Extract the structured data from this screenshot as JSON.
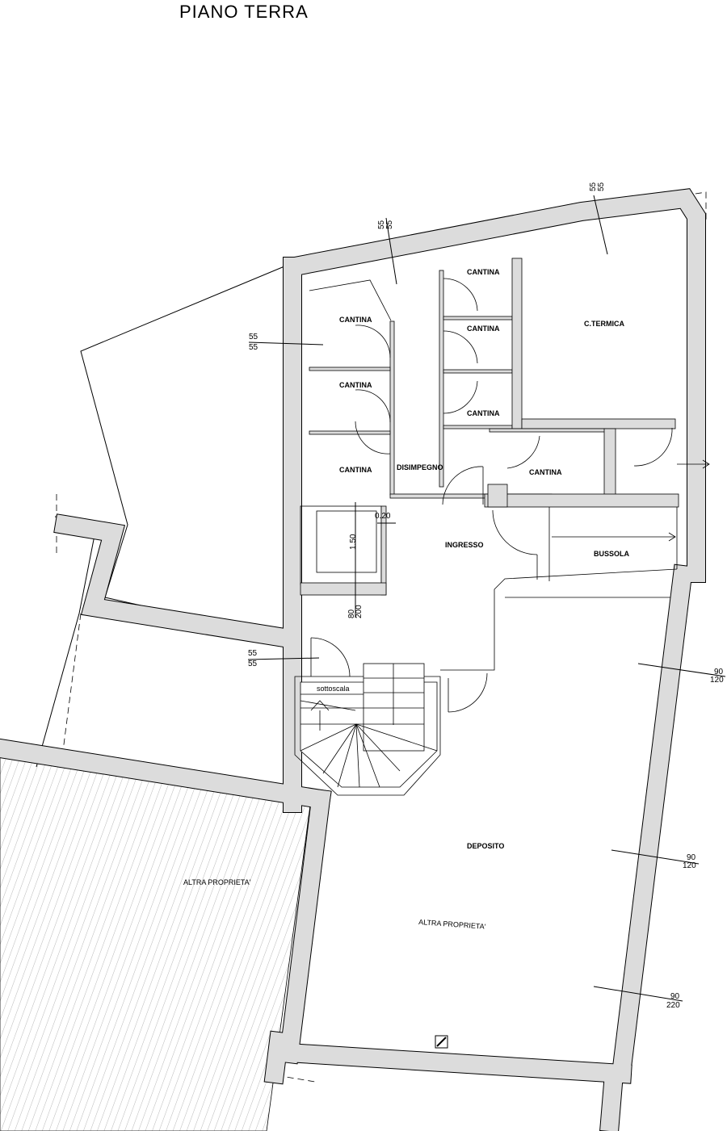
{
  "title": "PIANO TERRA",
  "rooms": {
    "cantina_1": "CANTINA",
    "cantina_2": "CANTINA",
    "cantina_3": "CANTINA",
    "cantina_4": "CANTINA",
    "cantina_5": "CANTINA",
    "cantina_6": "CANTINA",
    "cantina_7": "CANTINA",
    "c_termica": "C.TERMICA",
    "disimpegno": "DISIMPEGNO",
    "ingresso": "INGRESSO",
    "bussola": "BUSSOLA",
    "sottoscala": "sottoscala",
    "deposito": "DEPOSITO",
    "altra_proprieta_left": "ALTRA PROPRIETA'",
    "altra_proprieta_bottom": "ALTRA PROPRIETA'"
  },
  "dimensions": {
    "win_north_1": [
      "55",
      "55"
    ],
    "win_north_2": [
      "55",
      "55"
    ],
    "win_west_1": [
      "55",
      "55"
    ],
    "win_west_2": [
      "55",
      "55"
    ],
    "win_east_1": [
      "90",
      "120"
    ],
    "win_east_2": [
      "90",
      "120"
    ],
    "win_east_3": [
      "90",
      "220"
    ],
    "door_lift": [
      "80",
      "200"
    ],
    "lift_depth": "1.50",
    "lift_gap": "0.20"
  }
}
